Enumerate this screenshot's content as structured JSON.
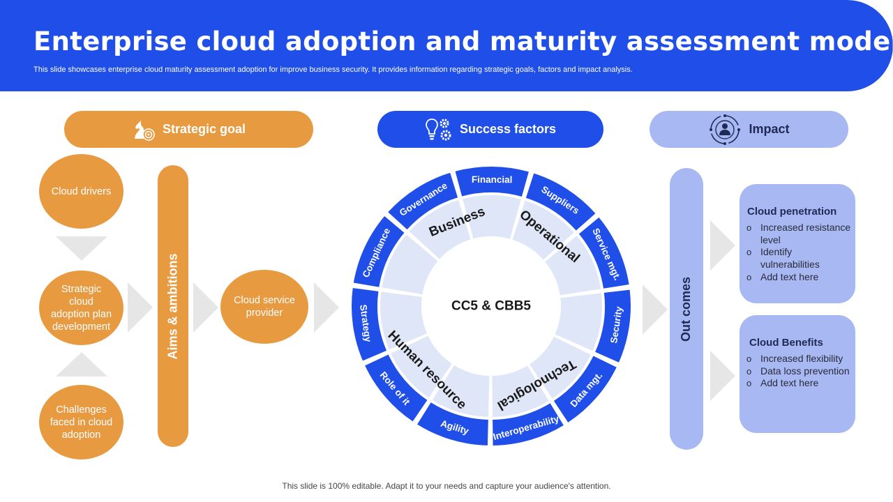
{
  "title": "Enterprise cloud adoption and maturity assessment model",
  "subtitle": "This slide showcases enterprise cloud maturity assessment adoption for improve business security. It provides information regarding strategic goals, factors and impact analysis.",
  "headers": {
    "strategic": "Strategic goal",
    "success": "Success factors",
    "impact": "Impact"
  },
  "left": {
    "drivers": "Cloud drivers",
    "plan": [
      "Strategic",
      "cloud",
      "adoption plan",
      "development"
    ],
    "challenges": [
      "Challenges",
      "faced in cloud",
      "adoption"
    ],
    "aims": "Aims & ambitions",
    "provider": [
      "Cloud service",
      "provider"
    ]
  },
  "wheel": {
    "center": "CC5 & CBB5",
    "groups": [
      "Business",
      "Operational",
      "Technological",
      "Human resource"
    ],
    "segments": [
      "Financial",
      "Suppliers",
      "Service mgt.",
      "Security",
      "Data mgt.",
      "Interoperability",
      "Agility",
      "Role of it",
      "Strategy",
      "Compliance",
      "Governance"
    ]
  },
  "outcomes": "Out comes",
  "cards": [
    {
      "title": "Cloud penetration",
      "items": [
        "Increased resistance level",
        "Identify vulnerabilities",
        "Add text here"
      ]
    },
    {
      "title": "Cloud Benefits",
      "items": [
        "Increased flexibility",
        "Data loss prevention",
        "Add text here"
      ]
    }
  ],
  "footer": "This slide is 100% editable. Adapt it to your needs and capture your audience's attention.",
  "colors": {
    "blue": "#1f4ee8",
    "orange": "#e89a41",
    "light_blue": "#a8b8f2",
    "pale": "#dfe6f8",
    "arrow_gray": "#e6e6e6"
  },
  "icons": {
    "strategic": "chess-knight-target-icon",
    "success": "lightbulb-gears-icon",
    "impact": "person-cycle-icon"
  }
}
